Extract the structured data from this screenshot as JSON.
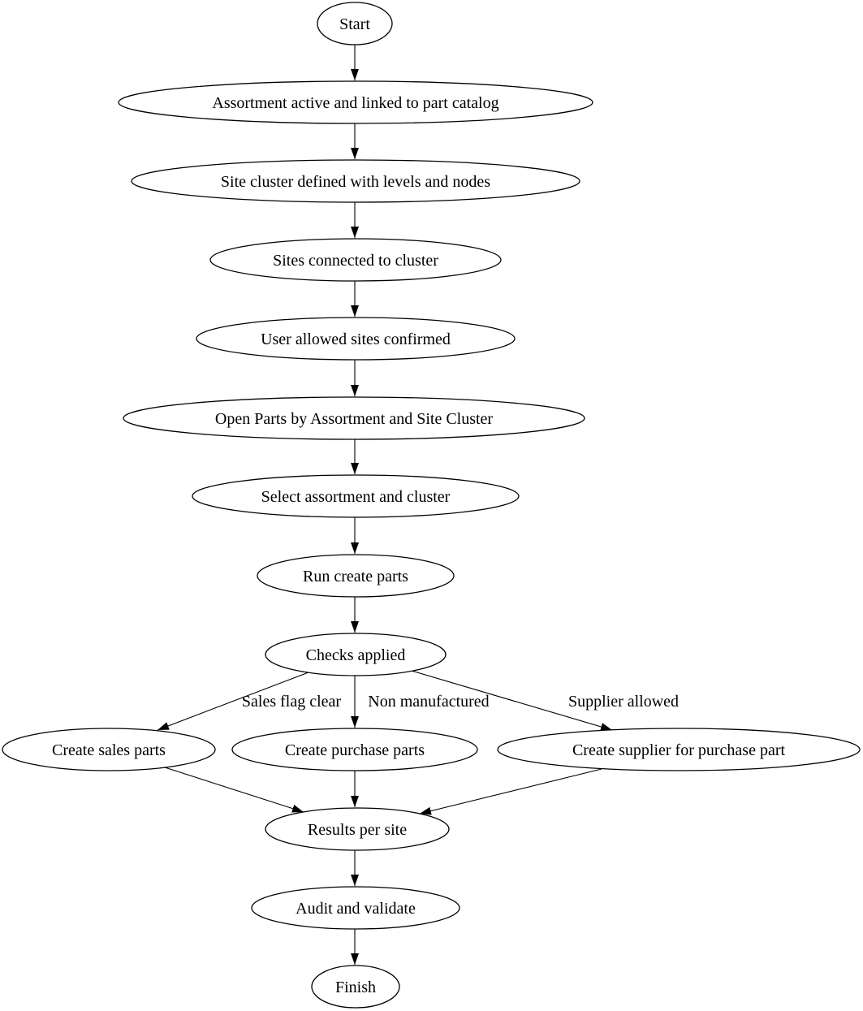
{
  "diagram": {
    "type": "flowchart",
    "background_color": "#ffffff",
    "node_fill_color": "#ffffff",
    "stroke_color": "#000000",
    "text_color": "#000000",
    "nodes": [
      {
        "id": "start",
        "label": "Start"
      },
      {
        "id": "assortment",
        "label": "Assortment active and linked to part catalog"
      },
      {
        "id": "site_cluster",
        "label": "Site cluster defined with levels and nodes"
      },
      {
        "id": "sites_connected",
        "label": "Sites connected to cluster"
      },
      {
        "id": "user_allowed",
        "label": "User allowed sites confirmed"
      },
      {
        "id": "open_parts",
        "label": "Open Parts by Assortment and Site Cluster"
      },
      {
        "id": "select_assortment",
        "label": "Select assortment and cluster"
      },
      {
        "id": "run_create_parts",
        "label": "Run create parts"
      },
      {
        "id": "checks_applied",
        "label": "Checks applied"
      },
      {
        "id": "create_sales",
        "label": "Create sales parts"
      },
      {
        "id": "create_purchase",
        "label": "Create purchase parts"
      },
      {
        "id": "create_supplier",
        "label": "Create supplier for purchase part"
      },
      {
        "id": "results_per_site",
        "label": "Results per site"
      },
      {
        "id": "audit_validate",
        "label": "Audit and validate"
      },
      {
        "id": "finish",
        "label": "Finish"
      }
    ],
    "edges": [
      {
        "from": "start",
        "to": "assortment",
        "label": ""
      },
      {
        "from": "assortment",
        "to": "site_cluster",
        "label": ""
      },
      {
        "from": "site_cluster",
        "to": "sites_connected",
        "label": ""
      },
      {
        "from": "sites_connected",
        "to": "user_allowed",
        "label": ""
      },
      {
        "from": "user_allowed",
        "to": "open_parts",
        "label": ""
      },
      {
        "from": "open_parts",
        "to": "select_assortment",
        "label": ""
      },
      {
        "from": "select_assortment",
        "to": "run_create_parts",
        "label": ""
      },
      {
        "from": "run_create_parts",
        "to": "checks_applied",
        "label": ""
      },
      {
        "from": "checks_applied",
        "to": "create_sales",
        "label": "Sales flag clear"
      },
      {
        "from": "checks_applied",
        "to": "create_purchase",
        "label": "Non manufactured"
      },
      {
        "from": "checks_applied",
        "to": "create_supplier",
        "label": "Supplier allowed"
      },
      {
        "from": "create_sales",
        "to": "results_per_site",
        "label": ""
      },
      {
        "from": "create_purchase",
        "to": "results_per_site",
        "label": ""
      },
      {
        "from": "create_supplier",
        "to": "results_per_site",
        "label": ""
      },
      {
        "from": "results_per_site",
        "to": "audit_validate",
        "label": ""
      },
      {
        "from": "audit_validate",
        "to": "finish",
        "label": ""
      }
    ]
  }
}
